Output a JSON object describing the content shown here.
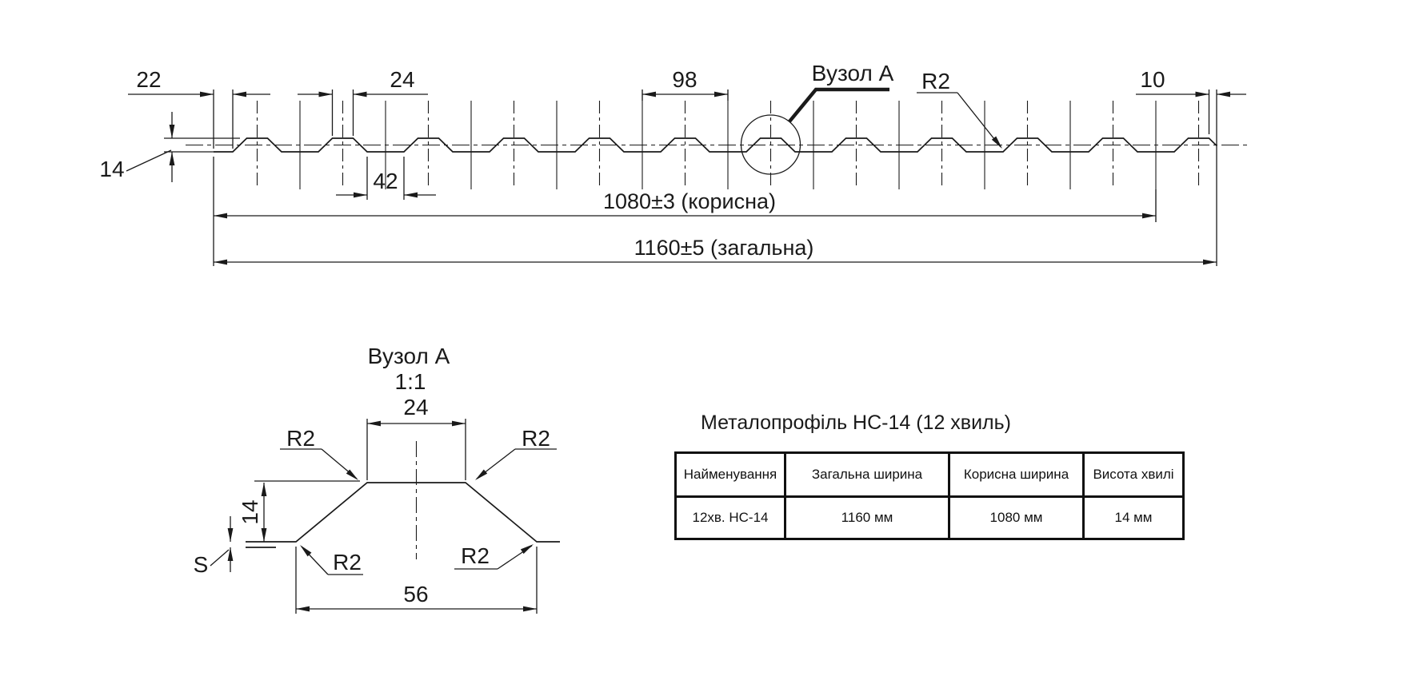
{
  "top_view": {
    "callout_label": "Вузол А",
    "dim_labels": {
      "edge_offset": "22",
      "crest_width": "24",
      "wave_pitch": "98",
      "trough_width": "42",
      "wave_height": "14",
      "end_lap": "10",
      "radius": "R2"
    },
    "useful_width_label": "1080±3 (корисна)",
    "total_width_label": "1160±5 (загальна)"
  },
  "detail_view": {
    "title": "Вузол А",
    "scale_label": "1:1",
    "dim_labels": {
      "crest_width": "24",
      "wave_height": "14",
      "base_width": "56",
      "thickness": "S",
      "radius_top_left": "R2",
      "radius_top_right": "R2",
      "radius_bottom_left": "R2",
      "radius_bottom_right": "R2"
    }
  },
  "spec_table": {
    "title": "Металопрофіль НС-14 (12 хвиль)",
    "headers": [
      "Найменування",
      "Загальна ширина",
      "Корисна ширина",
      "Висота хвилі"
    ],
    "rows": [
      [
        "12хв. НС-14",
        "1160 мм",
        "1080 мм",
        "14 мм"
      ]
    ]
  },
  "colors": {
    "line": "#1a1a1a",
    "background": "#ffffff"
  }
}
